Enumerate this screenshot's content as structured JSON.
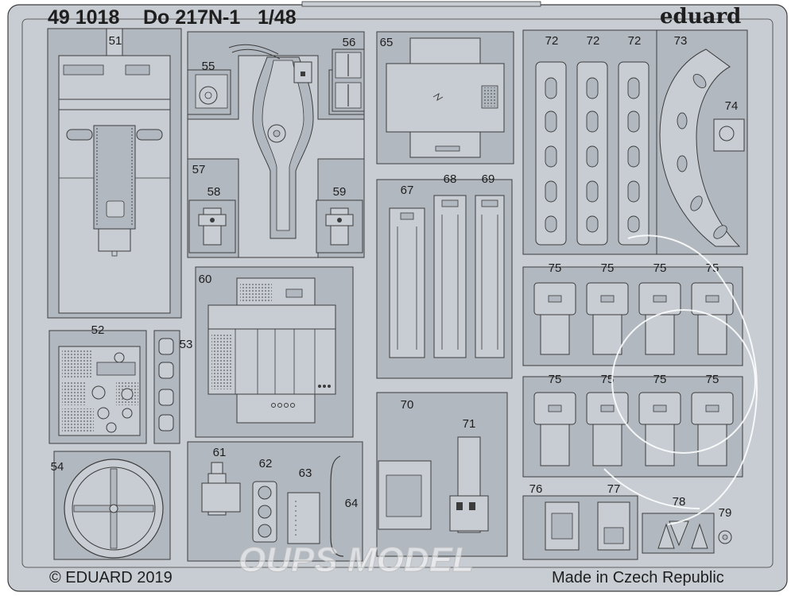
{
  "header": {
    "set_number": "49 1018",
    "model": "Do 217N-1",
    "scale": "1/48",
    "brand": "eduard"
  },
  "footer": {
    "copyright": "© EDUARD 2019",
    "origin": "Made in Czech Republic"
  },
  "watermark": {
    "text": "OUPS MODEL"
  },
  "parts": {
    "p51": "51",
    "p52": "52",
    "p53": "53",
    "p54": "54",
    "p55": "55",
    "p56": "56",
    "p57": "57",
    "p58": "58",
    "p59": "59",
    "p60": "60",
    "p61": "61",
    "p62": "62",
    "p63": "63",
    "p64": "64",
    "p65": "65",
    "p67": "67",
    "p68": "68",
    "p69": "69",
    "p70": "70",
    "p71": "71",
    "p72": "72",
    "p73": "73",
    "p74": "74",
    "p75": "75",
    "p76": "76",
    "p77": "77",
    "p78": "78",
    "p79": "79"
  },
  "colors": {
    "fret": "#c8cdd3",
    "etched": "#b2b8c0",
    "line": "#3c3c3c",
    "background": "#ffffff"
  }
}
